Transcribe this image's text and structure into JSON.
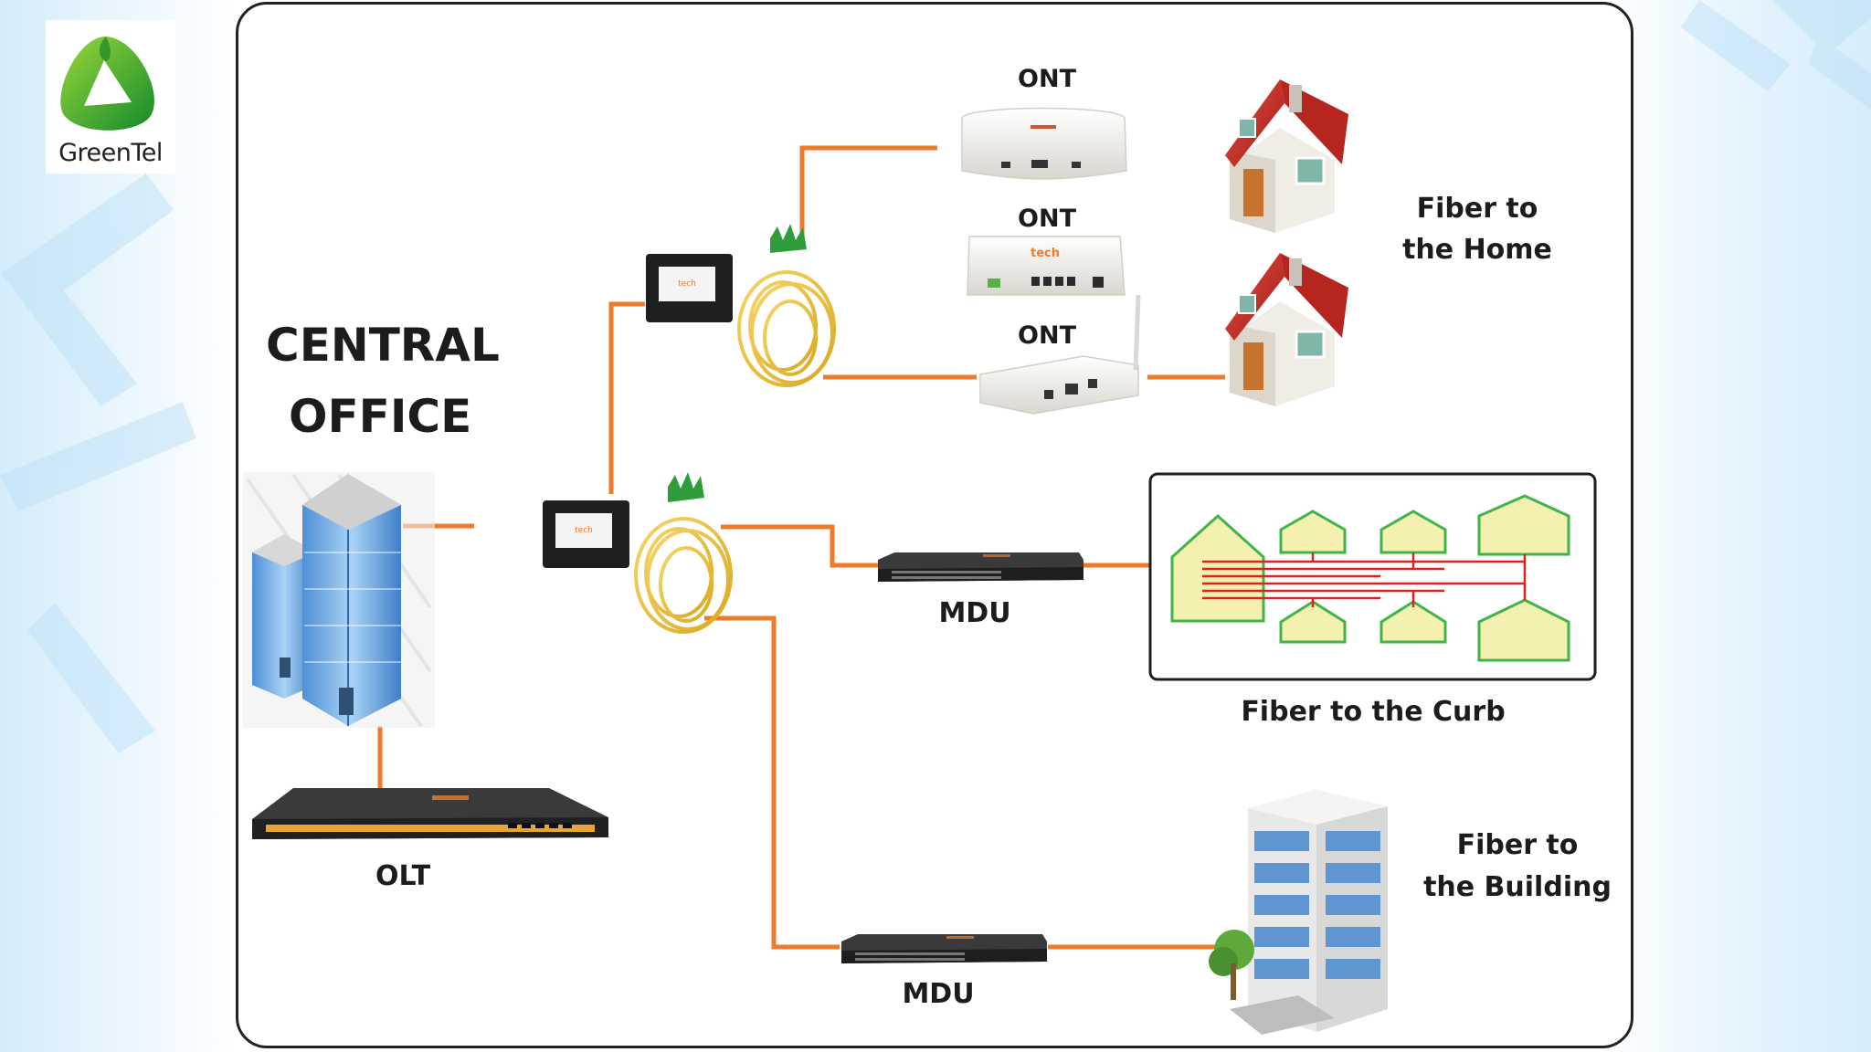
{
  "logo": {
    "brand": "GreenTel"
  },
  "diagram": {
    "central_office": {
      "line1": "CENTRAL",
      "line2": "OFFICE"
    },
    "olt_label": "OLT",
    "ont_labels": [
      "ONT",
      "ONT",
      "ONT"
    ],
    "mdu_labels": [
      "MDU",
      "MDU"
    ],
    "ftth": {
      "line1": "Fiber to",
      "line2": "the Home"
    },
    "fttc": {
      "label": "Fiber to the Curb"
    },
    "fttb": {
      "line1": "Fiber to",
      "line2": "the Building"
    },
    "splitter_brand": "tech"
  },
  "colors": {
    "fiber": "#ee7a2b",
    "curb_line": "#e02020",
    "curb_house_fill": "#f4f0b0",
    "curb_house_stroke": "#3fb449",
    "roof": "#d0322c",
    "logo_green": "#22a33a"
  }
}
